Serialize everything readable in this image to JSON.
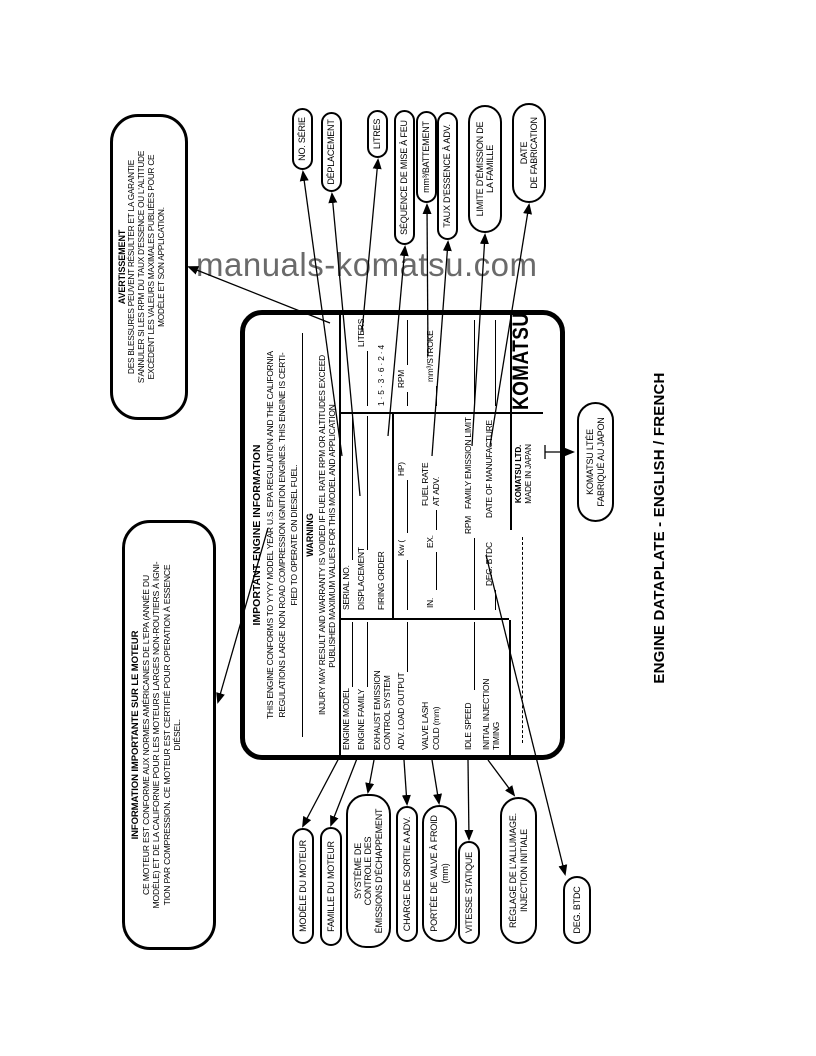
{
  "watermark": "manuals-komatsu.com",
  "caption": "ENGINE DATAPLATE - ENGLISH / FRENCH",
  "info_box": {
    "title": "INFORMATION IMPORTANTE SUR LE MOTEUR",
    "line1": "CE MOTEUR EST CONFORME AUX NORMES AMÉRICAINES DE L'EPA (ANNÉE DU",
    "line2": "MODÈLE) ET DE LA CALIFORNIE POUR LES MOTEURS LARGES NON-ROUTIERS À IGNI-",
    "line3": "TION PAR COMPRESSION. CE MOTEUR EST CERTIFIÉ POUR OPERATION À ESSENCE",
    "line4": "DIÉSEL."
  },
  "warning_box": {
    "title": "AVERTISSEMENT",
    "line1": "DES BLESSURES PEUVENT RÉSULTER ET LA GARANTIE",
    "line2": "S'ANNULER SI LES RPM DU TAUX D'ESSENCE OU L'ALTITUDE",
    "line3": "EXCÈDENT LES VALEURS MAXIMALES PUBLIÉES POUR CE",
    "line4": "MODÈLE ET SON APPLICATION."
  },
  "plate": {
    "title": "IMPORTANT ENGINE INFORMATION",
    "intro1": "THIS ENGINE CONFORMS TO YYYY MODEL YEAR U.S. EPA REGULATION AND THE CALIFORNIA",
    "intro2": "REGULATIONS LARGE NON ROAD COMPRESSION IGNITION ENGINES. THIS ENGINE IS CERTI-",
    "intro3": "FIED TO OPERATE ON DIESEL FUEL.",
    "warning_title": "WARNING",
    "warn1": "INJURY MAY RESULT AND WARRANTY IS VOIDED IF FUEL RATE RPM OR ALTITUDES EXCEED",
    "warn2": "PUBLISHED MAXIMUM VALUES FOR THIS MODEL AND APPLICATION.",
    "engine_model": "ENGINE MODEL",
    "serial_no": "SERIAL NO.",
    "engine_family": "ENGINE FAMILY",
    "displacement": "DISPLACEMENT",
    "liters": "LITERS",
    "exhaust1": "EXHAUST EMISSION",
    "exhaust2": "CONTROL SYSTEM",
    "firing_order": "FIRING ORDER",
    "firing_order_value": "1 · 5 · 3 · 6 · 2 · 4",
    "adv_load": "ADV. LOAD OUTPUT",
    "kw": "Kw (",
    "hp": "HP)",
    "rpm1": "RPM",
    "valve1": "VALVE LASH",
    "valve2": "COLD (mm)",
    "in": "IN.",
    "ex": "EX.",
    "fuel1": "FUEL RATE",
    "fuel2": "AT ADV.",
    "stroke": "mm³/STROKE",
    "idle": "IDLE SPEED",
    "rpm2": "RPM",
    "family_limit": "FAMILY EMISSION LIMIT",
    "inj1": "INITIAL INJECTION",
    "inj2": "TIMING",
    "deg": "DEG. BTDC",
    "date_mfg": "DATE OF MANUFACTURE",
    "maker": "KOMATSU LTD.",
    "origin": "MADE IN JAPAN",
    "logo": "KOMATSU"
  },
  "right_callouts": {
    "serie": "NO. SÉRIE",
    "deplacement": "DÉPLACEMENT",
    "litres": "LITRES",
    "sequence": "SÉQUENCE DE MISE À FEU",
    "battement": "mm³/BATTEMENT",
    "taux": "TAUX D'ESSENCE À ADV.",
    "limite1": "LIMITE D'ÉMISSION DE",
    "limite2": "LA FAMILLE",
    "datefab1": "DATE",
    "datefab2": "DE FABRICATION"
  },
  "left_callouts": {
    "modele": "MODÈLE DU MOTEUR",
    "famille": "FAMILLE DU MOTEUR",
    "systeme1": "SYSTÈME DE",
    "systeme2": "CONTROLE DES",
    "systeme3": "ÉMISSIONS D'ÉCHAPPEMENT",
    "charge": "CHARGE DE SORTIE A ADV.",
    "portee1": "PORTÉE DE VALVE À FROID",
    "portee2": "(mm)",
    "vitesse": "VITESSE STATIQUE",
    "reglage1": "RÉGLAGE DE L'ALLUMAGE.",
    "reglage2": "INJECTION INITIALE",
    "degbtdc": "DEG. BTDC"
  },
  "komatsu_callout": {
    "line1": "KOMATSU LTÉE",
    "line2": "FABRIQUÉ AU JAPON"
  }
}
